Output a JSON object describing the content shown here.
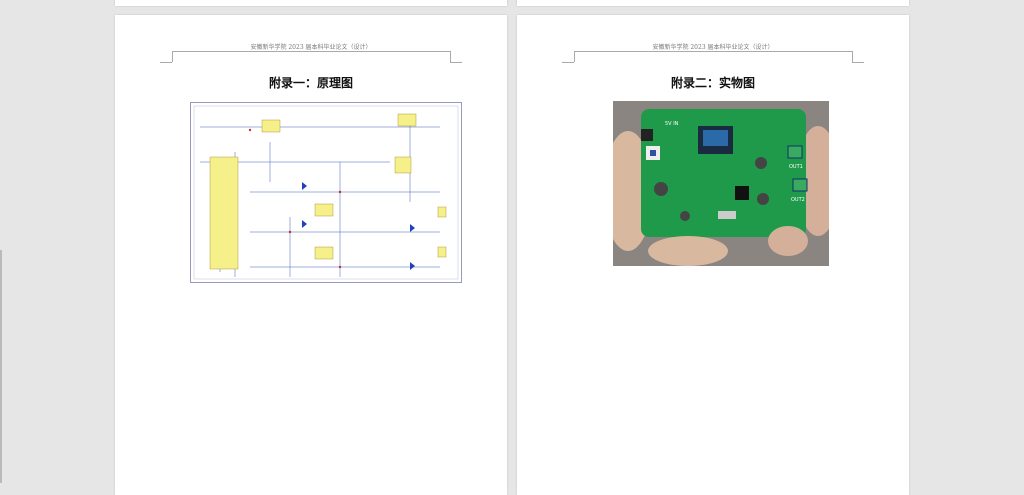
{
  "pages": [
    {
      "header": "安徽新华学院 2023 届本科毕业论文（设计）",
      "title": "附录一：原理图",
      "figure": "schematic"
    },
    {
      "header": "安徽新华学院 2023 届本科毕业论文（设计）",
      "title": "附录二：实物图",
      "figure": "photo",
      "board_labels": [
        "OUT1",
        "OUT2",
        "5V IN"
      ]
    }
  ],
  "colors": {
    "background": "#e6e6e6",
    "pcb": "#1f9a4a",
    "schematic_ic": "#f5f08a"
  }
}
